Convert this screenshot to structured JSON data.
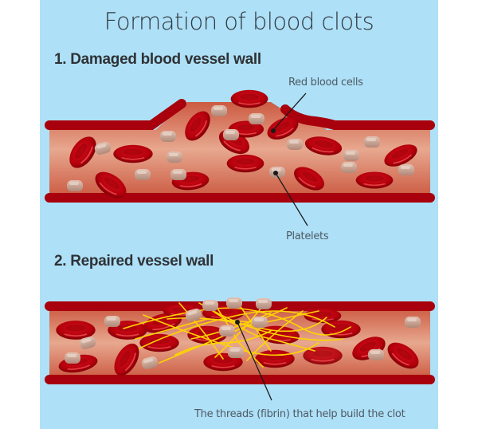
{
  "title": "Formation of blood clots",
  "sections": [
    {
      "heading": "1. Damaged blood vessel wall"
    },
    {
      "heading": "2. Repaired vessel wall"
    }
  ],
  "labels": {
    "red_blood_cells": "Red blood cells",
    "platelets": "Platelets",
    "fibrin": "The threads (fibrin) that help build the clot"
  },
  "colors": {
    "background": "#aee0f8",
    "vessel_wall": "#a8000c",
    "vessel_interior": "#d8826a",
    "red_blood_cell": "#b8000e",
    "platelet": "#c9a090",
    "fibrin": "#ffd200",
    "text": "#333a40"
  }
}
